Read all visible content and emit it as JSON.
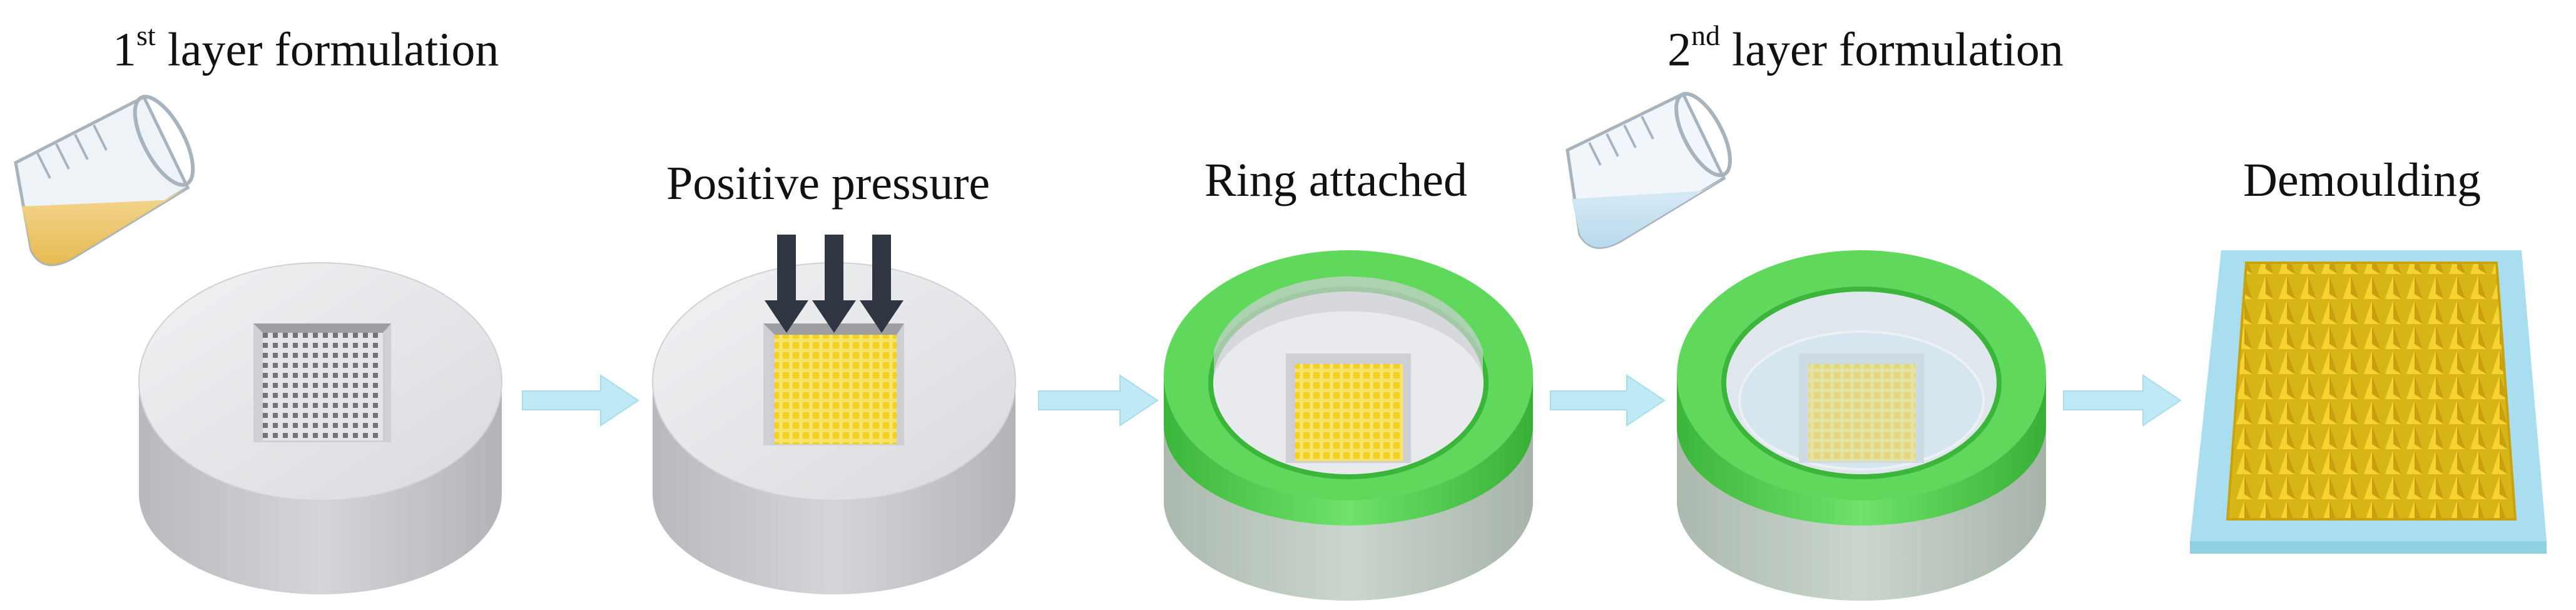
{
  "steps": [
    {
      "id": "step-1",
      "title_main": "1",
      "title_sup": "st",
      "title_rest": " layer formulation"
    },
    {
      "id": "step-2",
      "title": "Positive pressure"
    },
    {
      "id": "step-3",
      "title": "Ring attached"
    },
    {
      "id": "step-4",
      "title_main": "2",
      "title_sup": "nd",
      "title_rest": "  layer formulation"
    },
    {
      "id": "step-5",
      "title": "Demoulding"
    }
  ],
  "colors": {
    "mould_top": "#e6e7ea",
    "mould_side": "#c9cacd",
    "ring_green": "#5fd85c",
    "ring_green_dark": "#3cb63a",
    "first_layer_yellow": "#f3d83a",
    "second_layer_blue": "#cfe6f3",
    "arrow_cyan": "#bfeaf5",
    "pressure_arrow": "#2f3541",
    "patch_base": "#a9def0",
    "needle_yellow": "#f1cc22"
  },
  "icons": [
    "beaker-icon",
    "pressure-arrow-icon",
    "process-arrow-icon"
  ]
}
